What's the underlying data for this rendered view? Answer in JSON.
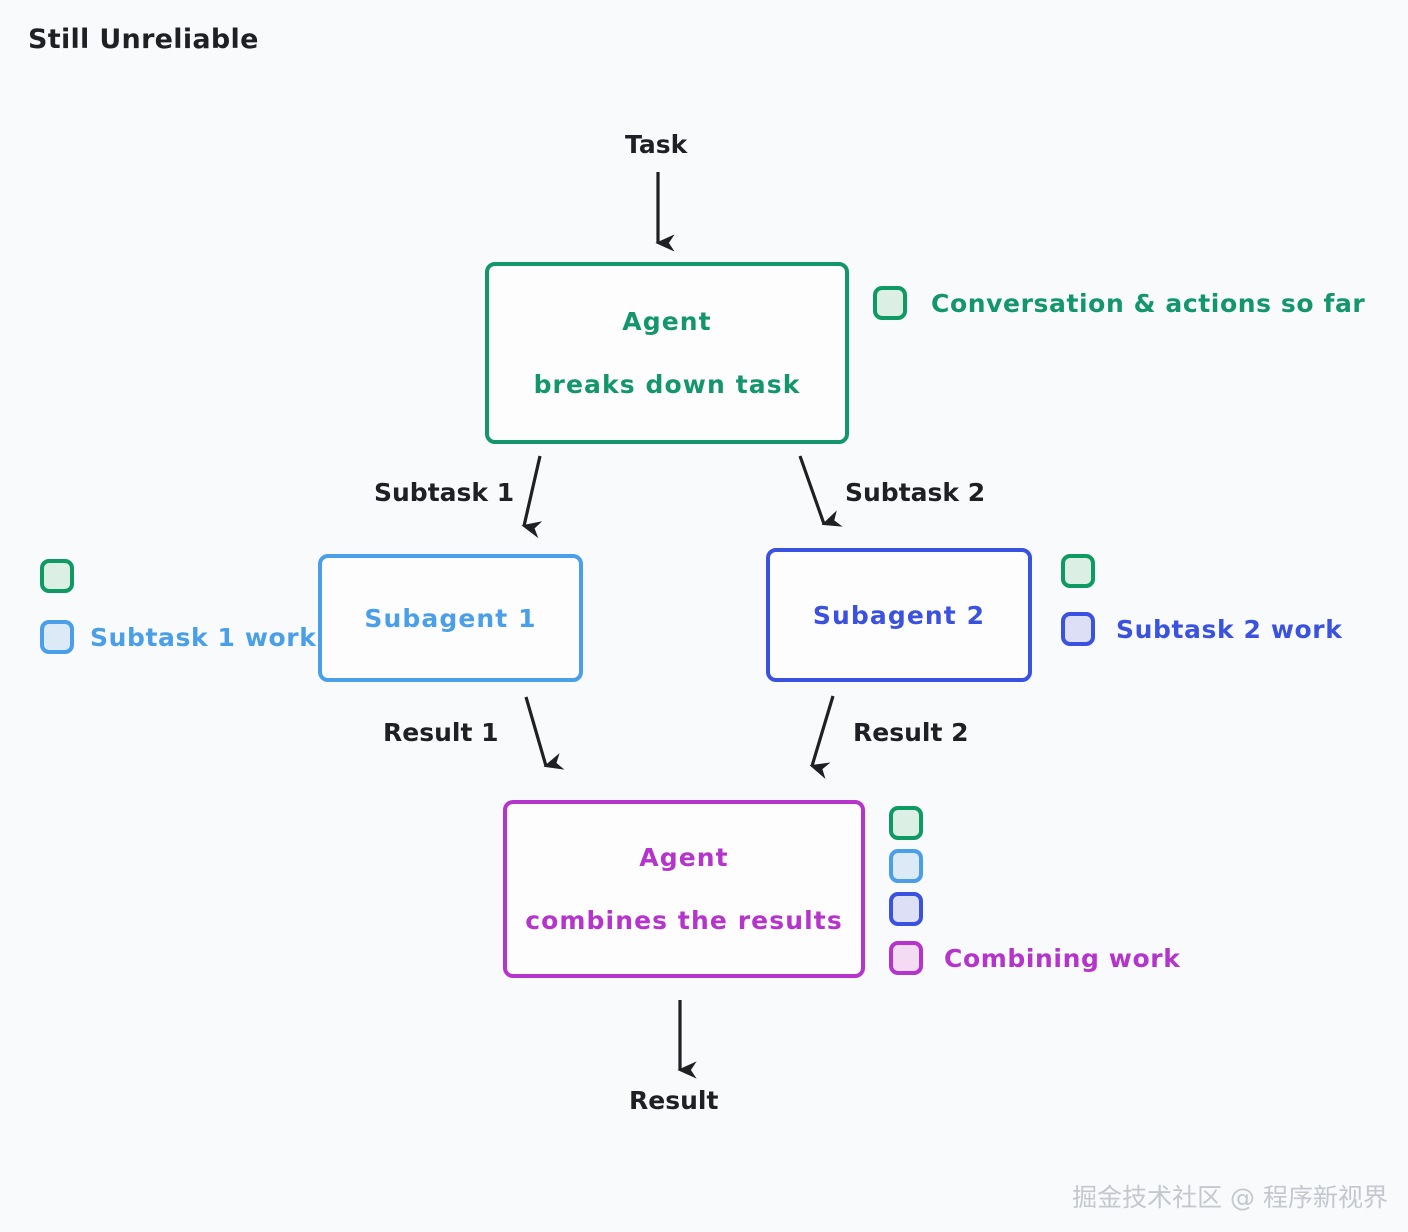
{
  "title": "Still Unreliable",
  "colors": {
    "background": "#f8fafc",
    "text": "#1e2024",
    "green": "#14966b",
    "blue": "#4a9fe8",
    "indigo": "#3b52e0",
    "purple": "#b434cc",
    "watermark": "#c4c8ce"
  },
  "flow": {
    "task_label": "Task",
    "subtask_1_label": "Subtask 1",
    "subtask_2_label": "Subtask 2",
    "result_1_label": "Result 1",
    "result_2_label": "Result 2",
    "result_label": "Result"
  },
  "nodes": {
    "agent_top": {
      "line1": "Agent",
      "line2": "breaks down task",
      "color": "#14966b"
    },
    "subagent_1": {
      "line1": "Subagent 1",
      "color": "#4a9fe8"
    },
    "subagent_2": {
      "line1": "Subagent 2",
      "color": "#3b52e0"
    },
    "agent_bottom": {
      "line1": "Agent",
      "line2": "combines the results",
      "color": "#b434cc"
    }
  },
  "legends": {
    "conversation": {
      "label": "Conversation & actions so far",
      "swatches": [
        "green"
      ]
    },
    "subtask_1_work": {
      "label": "Subtask 1 work",
      "swatches": [
        "green",
        "blue"
      ]
    },
    "subtask_2_work": {
      "label": "Subtask 2 work",
      "swatches": [
        "green",
        "indigo"
      ]
    },
    "combining_work": {
      "label": "Combining work",
      "swatches": [
        "green",
        "blue",
        "indigo",
        "purple"
      ]
    }
  },
  "watermark": "掘金技术社区 @ 程序新视界"
}
